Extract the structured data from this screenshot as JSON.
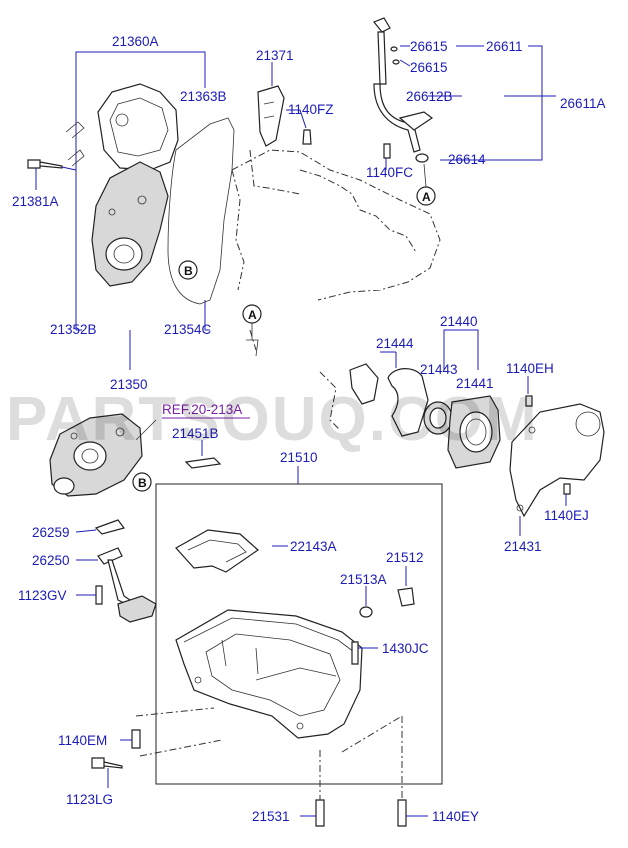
{
  "labels": {
    "p21360A": "21360A",
    "p21363B": "21363B",
    "p21381A": "21381A",
    "p21352B": "21352B",
    "p21354C": "21354C",
    "p21350": "21350",
    "p21371": "21371",
    "p1140FZ": "1140FZ",
    "p26615a": "26615",
    "p26615b": "26615",
    "p26611": "26611",
    "p26612B": "26612B",
    "p26611A": "26611A",
    "p1140FC": "1140FC",
    "p26614": "26614",
    "p21440": "21440",
    "p21444": "21444",
    "p21443": "21443",
    "p21441": "21441",
    "p1140EH": "1140EH",
    "p1140EJ": "1140EJ",
    "p21431": "21431",
    "p21451B": "21451B",
    "p21510": "21510",
    "p26259": "26259",
    "p26250": "26250",
    "p1123GV": "1123GV",
    "p22143A": "22143A",
    "p21512": "21512",
    "p21513A": "21513A",
    "p1430JC": "1430JC",
    "p1140EM": "1140EM",
    "p1123LG": "1123LG",
    "p21531": "21531",
    "p1140EY": "1140EY"
  },
  "reference": "REF.20-213A",
  "callouts": {
    "a_top": "A",
    "a_engine": "A",
    "b_cover": "B",
    "b_pump": "B"
  },
  "watermark": "PARTSOUQ.COM",
  "colors": {
    "label": "#1c1cb8",
    "reference": "#7a1fa8",
    "line_art": "#222222"
  }
}
